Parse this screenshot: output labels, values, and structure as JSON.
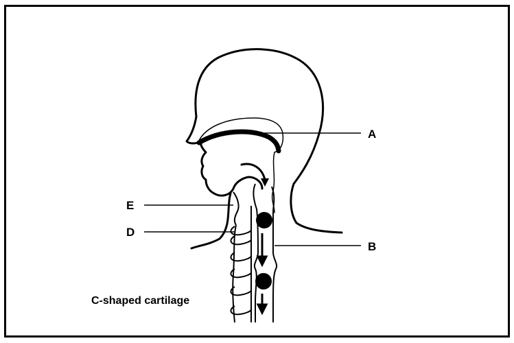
{
  "labels": {
    "a": "A",
    "b": "B",
    "d": "D",
    "e": "E",
    "c_shaped_cartilage": "C-shaped cartilage"
  },
  "colors": {
    "ink": "#000000",
    "background": "#ffffff"
  }
}
